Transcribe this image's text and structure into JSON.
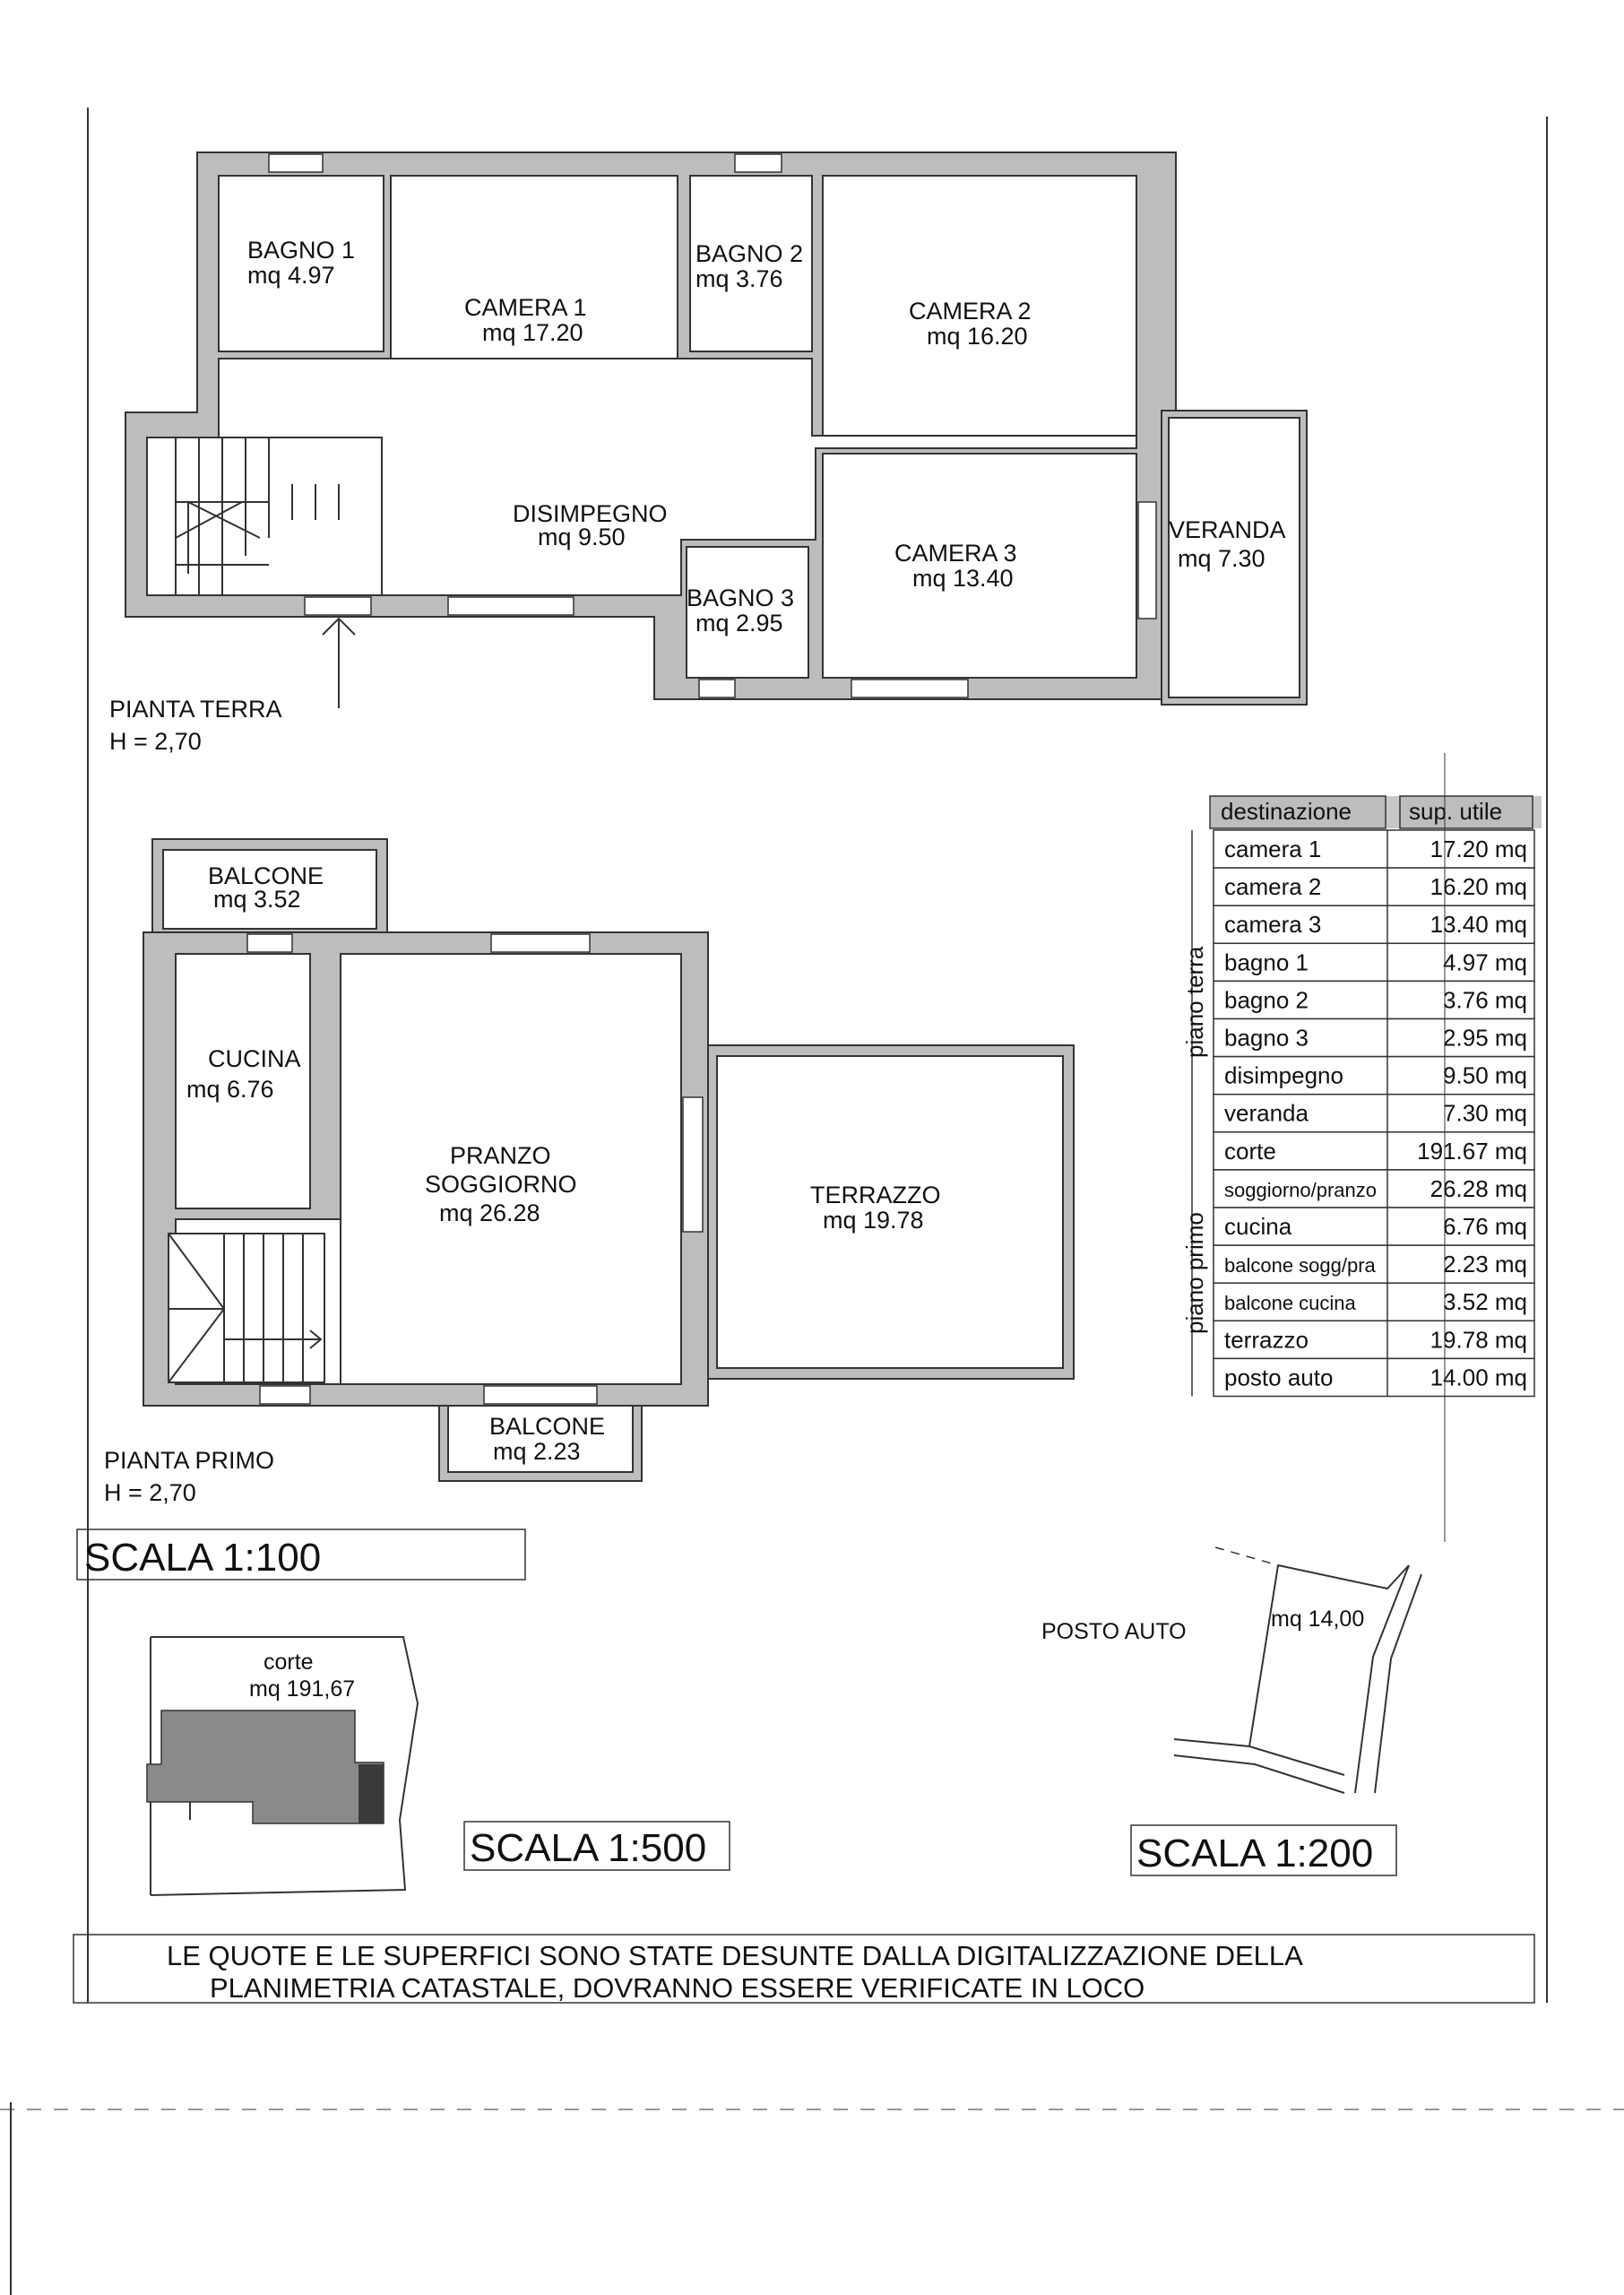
{
  "ground_floor": {
    "title": "PIANTA TERRA",
    "height": "H = 2,70",
    "rooms": {
      "bagno1": {
        "name": "BAGNO 1",
        "area": "mq 4.97"
      },
      "camera1": {
        "name": "CAMERA 1",
        "area": "mq 17.20"
      },
      "bagno2": {
        "name": "BAGNO 2",
        "area": "mq 3.76"
      },
      "camera2": {
        "name": "CAMERA 2",
        "area": "mq 16.20"
      },
      "disimpegno": {
        "name": "DISIMPEGNO",
        "area": "mq 9.50"
      },
      "camera3": {
        "name": "CAMERA 3",
        "area": "mq 13.40"
      },
      "bagno3": {
        "name": "BAGNO 3",
        "area": "mq 2.95"
      },
      "veranda": {
        "name": "VERANDA",
        "area": "mq 7.30"
      }
    }
  },
  "first_floor": {
    "title": "PIANTA PRIMO",
    "height": "H = 2,70",
    "rooms": {
      "balcone_top": {
        "name": "BALCONE",
        "area": "mq 3.52"
      },
      "cucina": {
        "name": "CUCINA",
        "area": "mq 6.76"
      },
      "pranzo": {
        "name1": "PRANZO",
        "name2": "SOGGIORNO",
        "area": "mq 26.28"
      },
      "terrazzo": {
        "name": "TERRAZZO",
        "area": "mq 19.78"
      },
      "balcone_bottom": {
        "name": "BALCONE",
        "area": "mq 2.23"
      }
    }
  },
  "table": {
    "headers": [
      "destinazione",
      "sup. utile"
    ],
    "group_ground": "piano terra",
    "group_first": "piano primo",
    "rows": [
      {
        "name": "camera 1",
        "value": "17.20 mq"
      },
      {
        "name": "camera 2",
        "value": "16.20 mq"
      },
      {
        "name": "camera 3",
        "value": "13.40 mq"
      },
      {
        "name": "bagno 1",
        "value": "4.97 mq"
      },
      {
        "name": "bagno 2",
        "value": "3.76 mq"
      },
      {
        "name": "bagno 3",
        "value": "2.95 mq"
      },
      {
        "name": "disimpegno",
        "value": "9.50 mq"
      },
      {
        "name": "veranda",
        "value": "7.30 mq"
      },
      {
        "name": "corte",
        "value": "191.67 mq"
      },
      {
        "name": "soggiorno/pranzo",
        "value": "26.28 mq"
      },
      {
        "name": "cucina",
        "value": "6.76 mq"
      },
      {
        "name": "balcone sogg/pra",
        "value": "2.23 mq"
      },
      {
        "name": "balcone cucina",
        "value": "3.52 mq"
      },
      {
        "name": "terrazzo",
        "value": "19.78 mq"
      },
      {
        "name": "posto auto",
        "value": "14.00 mq"
      }
    ]
  },
  "scales": {
    "s100": "SCALA 1:100",
    "s500": "SCALA 1:500",
    "s200": "SCALA 1:200"
  },
  "site": {
    "corte_label": "corte",
    "corte_area": "mq 191,67"
  },
  "parking": {
    "label": "POSTO AUTO",
    "area": "mq 14,00"
  },
  "note": {
    "line1": "LE QUOTE E LE SUPERFICI SONO STATE DESUNTE DALLA DIGITALIZZAZIONE DELLA",
    "line2": "PLANIMETRIA CATASTALE, DOVRANNO ESSERE VERIFICATE IN LOCO"
  }
}
